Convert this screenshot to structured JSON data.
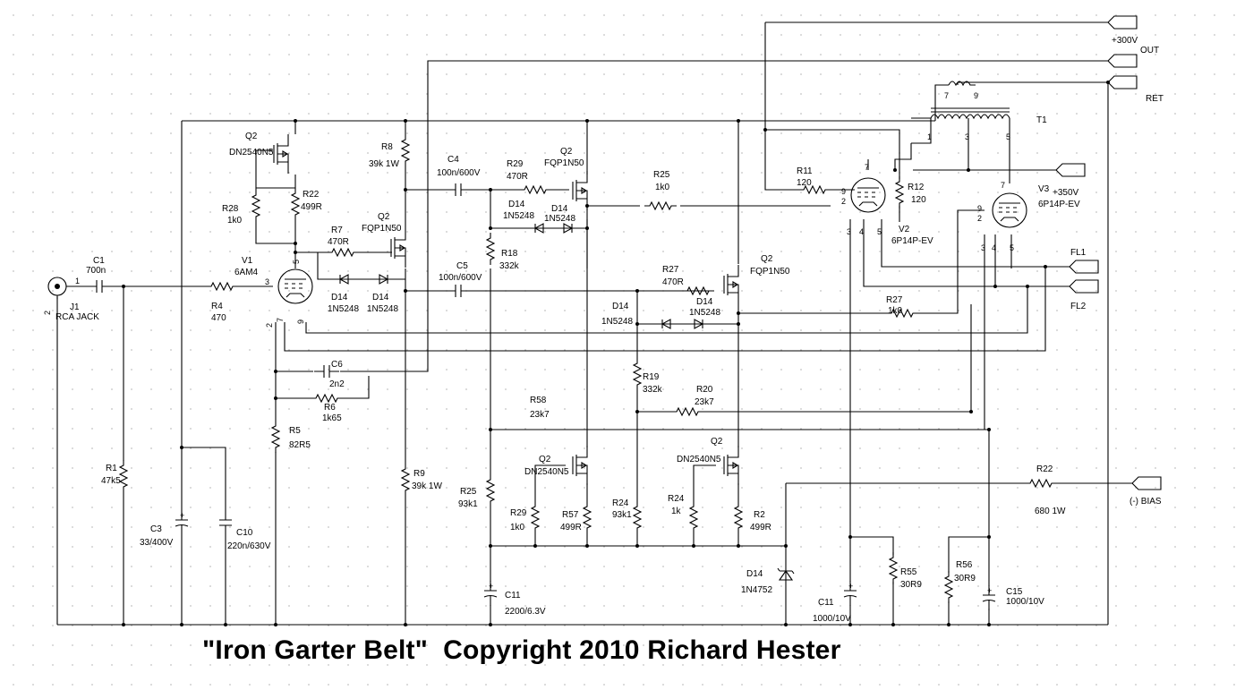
{
  "caption": "\"Iron Garter Belt\"  Copyright 2010 Richard Hester",
  "labels": {
    "j1": "J1",
    "j1_type": "RCA JACK",
    "j1_pin1": "1",
    "j1_pin2": "2",
    "c1": "C1",
    "c1_val": "700n",
    "r4": "R4",
    "r4_val": "470",
    "r1": "R1",
    "r1_val": "47k5",
    "c3": "C3",
    "c3_val": "33/400V",
    "c10": "C10",
    "c10_val": "220n/630V",
    "v1": "V1",
    "v1_type": "6AM4",
    "v1_pin3": "3",
    "v1_pin5": "5",
    "v1_pin2": "2",
    "v1_pin7": "7",
    "v1_pin9": "9",
    "q2a": "Q2",
    "q2a_type": "DN2540N5",
    "r28": "R28",
    "r28_val": "1k0",
    "r22a": "R22",
    "r22a_val": "499R",
    "r7": "R7",
    "r7_val": "470R",
    "q2b": "Q2",
    "q2b_type": "FQP1N50",
    "d14a": "D14",
    "d14a_type": "1N5248",
    "d14b": "D14",
    "d14b_type": "1N5248",
    "r8": "R8",
    "r8_val": "39k 1W",
    "c6": "C6",
    "c6_val": "2n2",
    "r6": "R6",
    "r6_val": "1k65",
    "r5": "R5",
    "r5_val": "82R5",
    "r9": "R9",
    "r9_val": "39k 1W",
    "c4": "C4",
    "c4_val": "100n/600V",
    "c5": "C5",
    "c5_val": "100n/600V",
    "r29a": "R29",
    "r29a_val": "470R",
    "q2c": "Q2",
    "q2c_type": "FQP1N50",
    "d14c": "D14",
    "d14c_type": "1N5248",
    "d14d": "D14",
    "d14d_type": "1N5248",
    "r18": "R18",
    "r18_val": "332k",
    "r25a": "R25",
    "r25a_val": "1k0",
    "r27a": "R27",
    "r27a_val": "470R",
    "q2d": "Q2",
    "q2d_type": "FQP1N50",
    "d14e": "D14",
    "d14e_type": "1N5248",
    "d14f": "D14",
    "d14f_type": "1N5248",
    "r19": "R19",
    "r19_val": "332k",
    "r20": "R20",
    "r20_val": "23k7",
    "r58": "R58",
    "r58_val": "23k7",
    "q2e": "Q2",
    "q2e_type": "DN2540N5",
    "q2f": "Q2",
    "q2f_type": "DN2540N5",
    "r25b": "R25",
    "r25b_val": "93k1",
    "r29b": "R29",
    "r29b_val": "1k0",
    "r57": "R57",
    "r57_val": "499R",
    "r24a": "R24",
    "r24a_val": "93k1",
    "r24b": "R24",
    "r24b_val": "1k",
    "r2": "R2",
    "r2_val": "499R",
    "c11a": "C11",
    "c11a_val": "2200/6.3V",
    "d14g": "D14",
    "d14g_type": "1N4752",
    "c11b": "C11",
    "c11b_val": "1000/10V",
    "r55": "R55",
    "r55_val": "30R9",
    "r56": "R56",
    "r56_val": "30R9",
    "c15": "C15",
    "c15_val": "1000/10V",
    "r22b": "R22",
    "r22b_val": "680 1W",
    "bias": "(-) BIAS",
    "r11": "R11",
    "r11_val": "120",
    "r12": "R12",
    "r12_val": "120",
    "r27b": "R27",
    "r27b_val": "1k0",
    "v2": "V2",
    "v2_type": "6P14P-EV",
    "v3": "V3",
    "v3_type": "6P14P-EV",
    "v3_volt": "+350V",
    "t1": "T1",
    "plus300": "+300V",
    "out": "OUT",
    "ret": "RET",
    "fl1": "FL1",
    "fl2": "FL2",
    "t1_pin7": "7",
    "t1_pin9": "9",
    "t1_pin1": "1",
    "t1_pin3": "3",
    "t1_pin5": "5",
    "v2_pin7": "7",
    "v2_pin9": "9",
    "v2_pin2": "2",
    "v2_pin3": "3",
    "v2_pin4": "4",
    "v2_pin5": "5",
    "v3_pin7": "7",
    "v3_pin9": "9",
    "v3_pin2": "2",
    "v3_pin3": "3",
    "v3_pin4": "4",
    "v3_pin5": "5"
  }
}
